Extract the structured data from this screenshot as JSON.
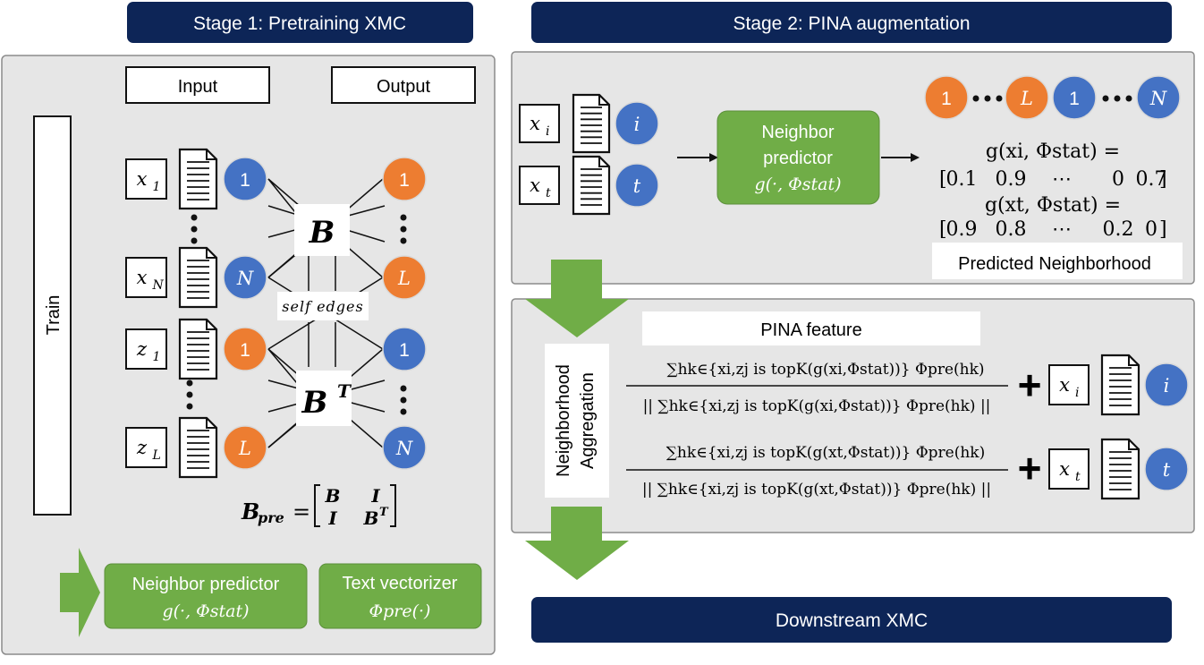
{
  "colors": {
    "banner": "#0d2557",
    "panel": "#e6e6e6",
    "panel_border": "#8c8c8c",
    "green": "#70ad47",
    "orange": "#ed7d31",
    "blue": "#4472c4"
  },
  "stage1": {
    "banner": "Stage 1: Pretraining XMC",
    "input_label": "Input",
    "output_label": "Output",
    "train_label": "Train",
    "inputs": [
      "x",
      "x",
      "z",
      "z"
    ],
    "input_subs": [
      "1",
      "N",
      "1",
      "L"
    ],
    "left_nodes": [
      "1",
      "N",
      "1",
      "L"
    ],
    "right_nodes": [
      "1",
      "L",
      "1",
      "N"
    ],
    "B_label": "B",
    "BT_label": "B",
    "BT_sup": "T",
    "self_edges": "self edges",
    "bpre_lhs": "B",
    "bpre_sub": "pre",
    "matrix": [
      "B",
      "I",
      "I",
      "B"
    ],
    "matrix_sup": "T",
    "neighbor_predictor": "Neighbor predictor",
    "neighbor_formula": "g(·, Φstat)",
    "text_vectorizer": "Text vectorizer",
    "text_formula": "Φpre(·)"
  },
  "stage2": {
    "banner": "Stage 2: PINA augmentation",
    "inputs": [
      "x",
      "x"
    ],
    "input_subs": [
      "i",
      "t"
    ],
    "nodes": [
      "i",
      "t"
    ],
    "predictor_line1": "Neighbor",
    "predictor_line2": "predictor",
    "predictor_formula": "g(·, Φstat)",
    "top_nodes": [
      "1",
      "L",
      "1",
      "N"
    ],
    "g_xi": "g(xi, Φstat) =",
    "vec_xi": [
      "0.1",
      "0.9",
      "⋯",
      "0",
      "0.7"
    ],
    "g_xt": "g(xt, Φstat) =",
    "vec_xt": [
      "0.9",
      "0.8",
      "⋯",
      "0.2",
      "0"
    ],
    "predicted_neighborhood": "Predicted Neighborhood",
    "pina_feature": "PINA feature",
    "aggregation_line1": "Neighborhood",
    "aggregation_line2": "Aggregation",
    "num_i": "∑hk∈{xi,zj is topK(g(xi,Φstat))} Φpre(hk)",
    "den_i": "|| ∑hk∈{xi,zj is topK(g(xi,Φstat))} Φpre(hk) ||",
    "num_t": "∑hk∈{xi,zj is topK(g(xt,Φstat))} Φpre(hk)",
    "den_t": "|| ∑hk∈{xi,zj is topK(g(xt,Φstat))} Φpre(hk) ||",
    "plus": "+",
    "downstream": "Downstream XMC"
  }
}
